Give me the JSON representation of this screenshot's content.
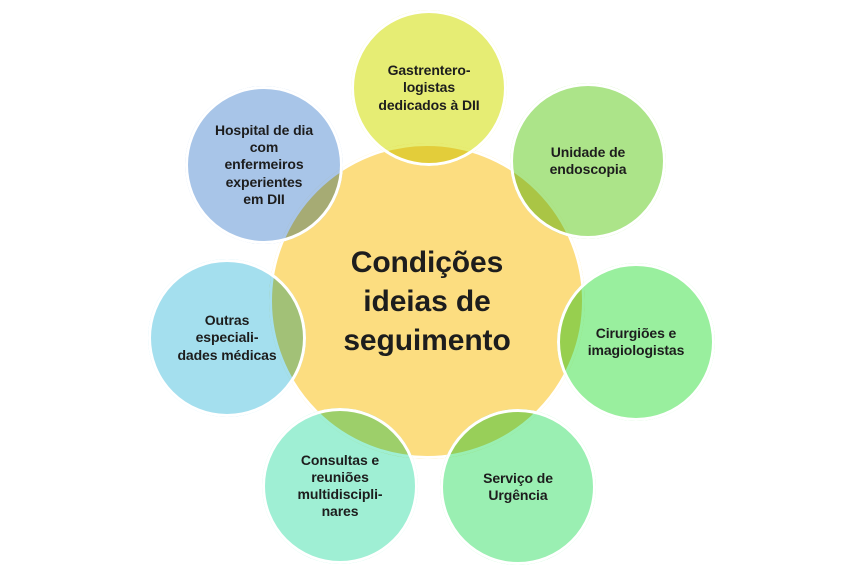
{
  "background_color": "#FFFFFF",
  "text_color": "#1D1D1D",
  "diagram": {
    "type": "radial-cycle",
    "center": {
      "label": "Condições\nideias de\nseguimento",
      "color": "#FCDD80"
    },
    "satellites": [
      {
        "id": "gastrenterologistas",
        "position": "top",
        "label": "Gastrentero-\nlogistas\ndedicados à DII",
        "color": "#E6ED74"
      },
      {
        "id": "unidade-endoscopia",
        "position": "top-right",
        "label": "Unidade de\nendoscopia",
        "color": "#ACE489"
      },
      {
        "id": "cirurgioes",
        "position": "right",
        "label": "Cirurgiões e\nimagiologistas",
        "color": "#99EF9E"
      },
      {
        "id": "servico-urgencia",
        "position": "bottom-right",
        "label": "Serviço de\nUrgência",
        "color": "#9AEFB2"
      },
      {
        "id": "consultas",
        "position": "bottom",
        "label": "Consultas e\nreuniões\nmultidiscipli-\nnares",
        "color": "#9FEFD4"
      },
      {
        "id": "outras-especialidades",
        "position": "left",
        "label": "Outras\nespeciali-\ndades médicas",
        "color": "#A4DFEE"
      },
      {
        "id": "hospital-de-dia",
        "position": "top-left",
        "label": "Hospital de dia\ncom\nenfermeiros\nexperientes\nem DII",
        "color": "#A8C5E8"
      }
    ]
  }
}
